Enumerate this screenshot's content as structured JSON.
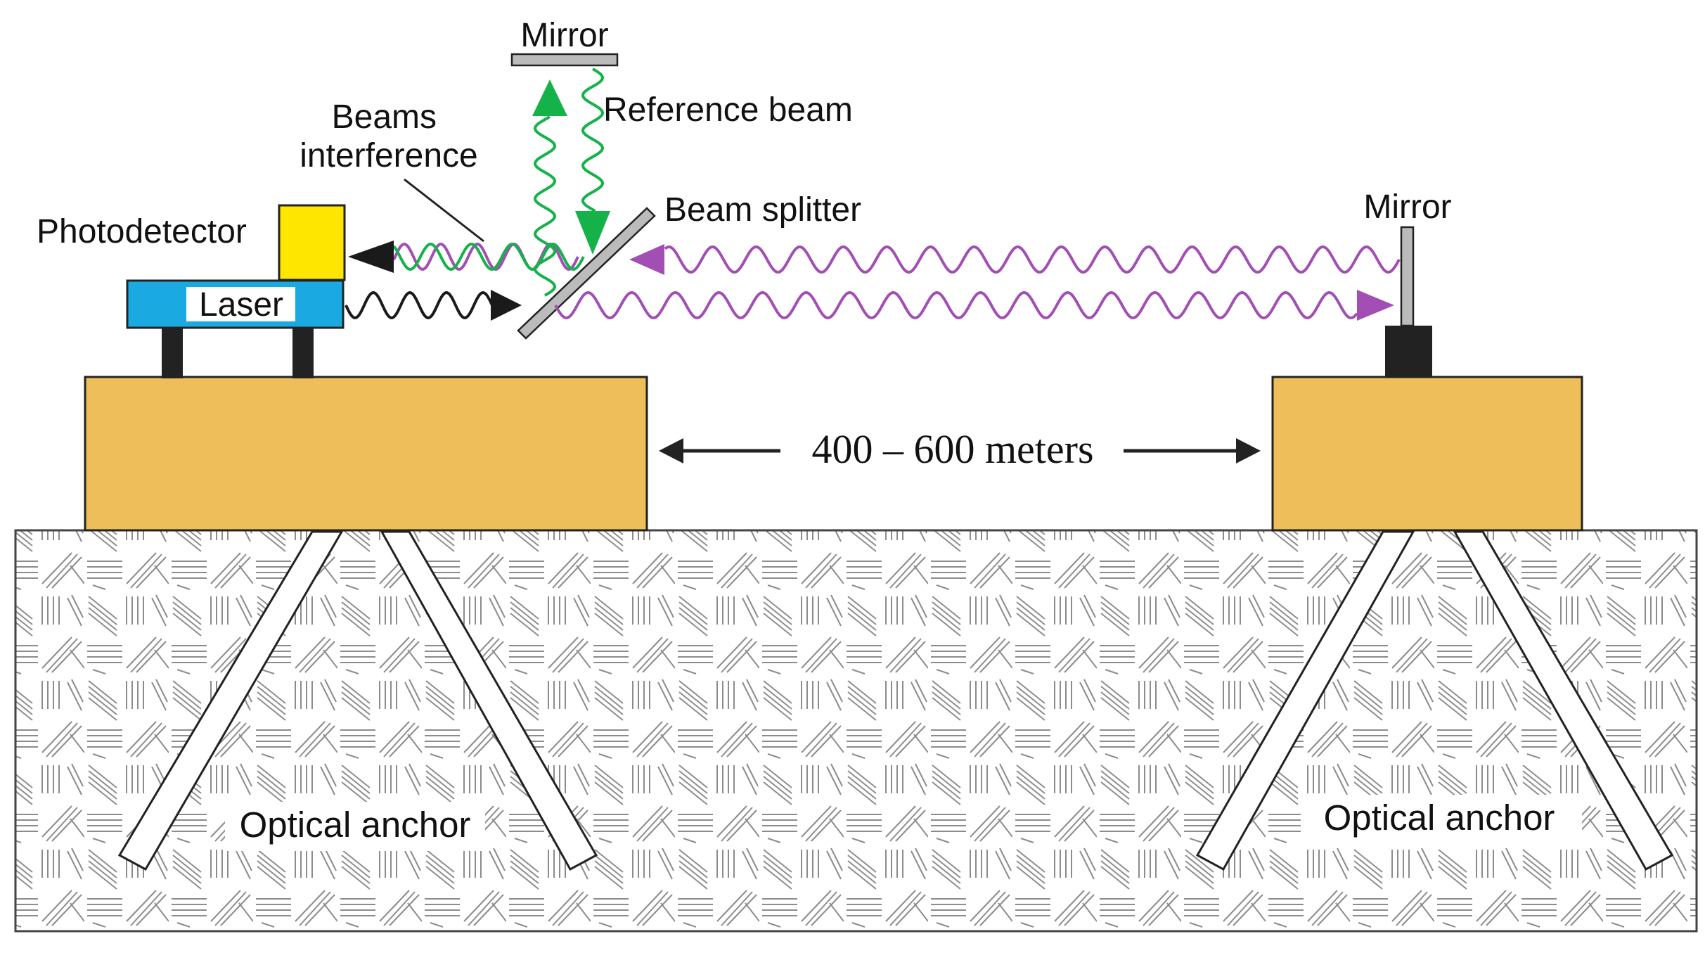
{
  "labels": {
    "mirror_top": "Mirror",
    "reference_beam": "Reference beam",
    "beams_interference": [
      "Beams",
      "interference"
    ],
    "beam_splitter": "Beam splitter",
    "photodetector": "Photodetector",
    "laser": "Laser",
    "mirror_right": "Mirror",
    "distance": "400 – 600 meters",
    "anchor_left": "Optical anchor",
    "anchor_right": "Optical anchor"
  },
  "colors": {
    "platform": "#EDBE5A",
    "laser_body": "#1BA9E1",
    "photodetector": "#FFE600",
    "green_beam": "#15B24A",
    "purple_beam": "#A24EB4",
    "laser_beam": "#1A1A1A",
    "mirror": "#BBBBBB",
    "hatch": "#8C8C8C"
  },
  "icons": {
    "arrow": "triangle-arrowhead",
    "beam": "sine-wave"
  }
}
